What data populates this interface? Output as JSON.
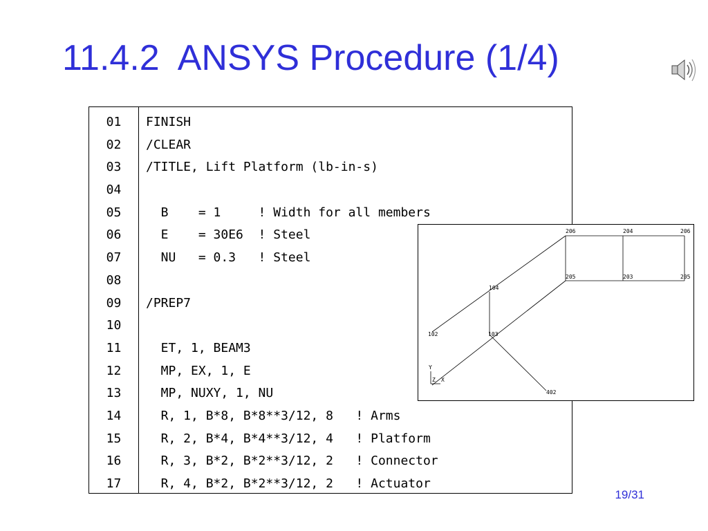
{
  "slide": {
    "title": "11.4.2  ANSYS Procedure (1/4)",
    "page_number": "19/31"
  },
  "code": {
    "lines": [
      {
        "num": "01",
        "text": "FINISH"
      },
      {
        "num": "02",
        "text": "/CLEAR"
      },
      {
        "num": "03",
        "text": "/TITLE, Lift Platform (lb-in-s)"
      },
      {
        "num": "04",
        "text": ""
      },
      {
        "num": "05",
        "text": "  B    = 1     ! Width for all members"
      },
      {
        "num": "06",
        "text": "  E    = 30E6  ! Steel"
      },
      {
        "num": "07",
        "text": "  NU   = 0.3   ! Steel"
      },
      {
        "num": "08",
        "text": ""
      },
      {
        "num": "09",
        "text": "/PREP7"
      },
      {
        "num": "10",
        "text": ""
      },
      {
        "num": "11",
        "text": "  ET, 1, BEAM3"
      },
      {
        "num": "12",
        "text": "  MP, EX, 1, E"
      },
      {
        "num": "13",
        "text": "  MP, NUXY, 1, NU"
      },
      {
        "num": "14",
        "text": "  R, 1, B*8, B*8**3/12, 8   ! Arms"
      },
      {
        "num": "15",
        "text": "  R, 2, B*4, B*4**3/12, 4   ! Platform"
      },
      {
        "num": "16",
        "text": "  R, 3, B*2, B*2**3/12, 2   ! Connector"
      },
      {
        "num": "17",
        "text": "  R, 4, B*2, B*2**3/12, 2   ! Actuator"
      }
    ]
  },
  "figure": {
    "node_labels": {
      "n206a": "206",
      "n204": "204",
      "n206": "206",
      "n205a": "205",
      "n203": "203",
      "n205": "205",
      "n104": "104",
      "n102": "102",
      "n103": "103",
      "n402": "402"
    },
    "axis_labels": {
      "y": "Y",
      "z": "Z",
      "x": "X"
    }
  }
}
